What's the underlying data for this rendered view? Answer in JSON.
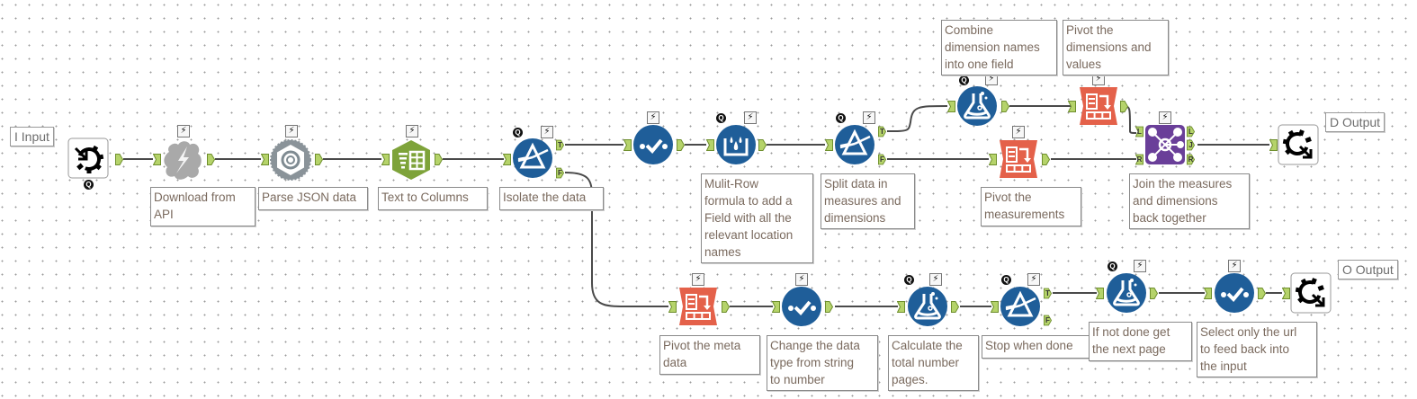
{
  "canvas": {
    "name": "Alteryx workflow canvas",
    "grid": "dotted"
  },
  "colors": {
    "anchor_fill": "#b5d36a",
    "anchor_stroke": "#6f8f2e",
    "wire": "#444444",
    "blue_tool": "#1f5e99",
    "orange_tool": "#e4614a",
    "purple_tool": "#6a3f99",
    "green_tool": "#7ea33a",
    "grey_tool": "#a8a8a8",
    "note_text": "#7a6a5e"
  },
  "io_labels": {
    "input": "I Input",
    "d_output": "D Output",
    "o_output": "O Output"
  },
  "badges": {
    "bolt": "⚡",
    "q": "Q",
    "true": "T",
    "false": "F",
    "left": "L",
    "join": "J",
    "right": "R"
  },
  "tools": [
    {
      "id": "input",
      "type": "macro-input",
      "icon": "macro-input-icon",
      "annotation": ""
    },
    {
      "id": "download",
      "type": "download",
      "icon": "download-icon",
      "annotation": "Download from\nAPI"
    },
    {
      "id": "json",
      "type": "json-parse",
      "icon": "json-parse-icon",
      "annotation": "Parse JSON data"
    },
    {
      "id": "t2c",
      "type": "text-to-columns",
      "icon": "text-to-columns-icon",
      "annotation": "Text to Columns"
    },
    {
      "id": "filter1",
      "type": "filter",
      "icon": "filter-icon",
      "annotation": "Isolate the data"
    },
    {
      "id": "select1",
      "type": "select",
      "icon": "select-icon",
      "annotation": ""
    },
    {
      "id": "multirow",
      "type": "multi-row-formula",
      "icon": "multi-row-formula-icon",
      "annotation": "Mulit-Row\nformula to add a\nField with all the\nrelevant location\nnames"
    },
    {
      "id": "filter2",
      "type": "filter",
      "icon": "filter-icon",
      "annotation": "Split data in\nmeasures and\ndimensions"
    },
    {
      "id": "formula1",
      "type": "formula",
      "icon": "formula-icon",
      "annotation": "Combine\ndimension names\ninto one field"
    },
    {
      "id": "crosstab1",
      "type": "cross-tab",
      "icon": "cross-tab-icon",
      "annotation": "Pivot the\ndimensions and\nvalues"
    },
    {
      "id": "crosstab2",
      "type": "cross-tab",
      "icon": "cross-tab-icon",
      "annotation": "Pivot the\nmeasurements"
    },
    {
      "id": "join",
      "type": "join",
      "icon": "join-icon",
      "annotation": "Join the measures\nand dimensions\nback together"
    },
    {
      "id": "doutput",
      "type": "macro-output",
      "icon": "macro-output-icon",
      "annotation": ""
    },
    {
      "id": "crosstab3",
      "type": "cross-tab",
      "icon": "cross-tab-icon",
      "annotation": "Pivot the meta\ndata"
    },
    {
      "id": "select2",
      "type": "select",
      "icon": "select-icon",
      "annotation": "Change the data\ntype from string\nto number"
    },
    {
      "id": "formula2",
      "type": "formula",
      "icon": "formula-icon",
      "annotation": "Calculate the\ntotal number\npages."
    },
    {
      "id": "filter3",
      "type": "filter",
      "icon": "filter-icon",
      "annotation": "Stop when done"
    },
    {
      "id": "formula3",
      "type": "formula",
      "icon": "formula-icon",
      "annotation": "If not done get\nthe next page"
    },
    {
      "id": "select3",
      "type": "select",
      "icon": "select-icon",
      "annotation": "Select only the url\nto feed back into\nthe input"
    },
    {
      "id": "ooutput",
      "type": "macro-output",
      "icon": "macro-output-icon",
      "annotation": ""
    }
  ],
  "connections": [
    [
      "input",
      "download"
    ],
    [
      "download",
      "json"
    ],
    [
      "json",
      "t2c"
    ],
    [
      "t2c",
      "filter1"
    ],
    [
      "filter1:T",
      "select1"
    ],
    [
      "select1",
      "multirow"
    ],
    [
      "multirow",
      "filter2"
    ],
    [
      "filter2:T",
      "formula1"
    ],
    [
      "filter2:F",
      "crosstab2"
    ],
    [
      "formula1",
      "crosstab1"
    ],
    [
      "crosstab1",
      "join:L"
    ],
    [
      "crosstab2",
      "join:R"
    ],
    [
      "join:J",
      "doutput"
    ],
    [
      "filter1:F",
      "crosstab3"
    ],
    [
      "crosstab3",
      "select2"
    ],
    [
      "select2",
      "formula2"
    ],
    [
      "formula2",
      "filter3"
    ],
    [
      "filter3:T",
      "formula3"
    ],
    [
      "formula3",
      "select3"
    ],
    [
      "select3",
      "ooutput"
    ]
  ]
}
